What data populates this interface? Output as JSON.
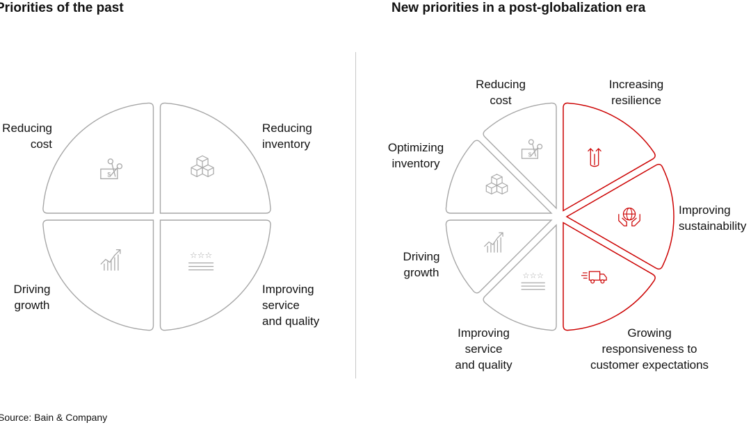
{
  "left_panel": {
    "title": "Priorities of the past",
    "segments": [
      {
        "label": "Reducing\ncost",
        "icon": "cost-cutting-icon"
      },
      {
        "label": "Reducing\ninventory",
        "icon": "boxes-icon"
      },
      {
        "label": "Driving\ngrowth",
        "icon": "growth-chart-icon"
      },
      {
        "label": "Improving\nservice\nand quality",
        "icon": "stars-rating-icon"
      }
    ]
  },
  "right_panel": {
    "title": "New priorities in a post-globalization era",
    "segments": [
      {
        "label": "Reducing\ncost",
        "icon": "cost-cutting-icon",
        "highlight": false
      },
      {
        "label": "Increasing\nresilience",
        "icon": "arrows-up-icon",
        "highlight": true
      },
      {
        "label": "Optimizing\ninventory",
        "icon": "boxes-icon",
        "highlight": false
      },
      {
        "label": "Improving\nsustainability",
        "icon": "globe-hands-icon",
        "highlight": true
      },
      {
        "label": "Driving\ngrowth",
        "icon": "growth-chart-icon",
        "highlight": false
      },
      {
        "label": "Growing\nresponsiveness to\ncustomer expectations",
        "icon": "delivery-truck-icon",
        "highlight": true
      },
      {
        "label": "Improving\nservice\nand quality",
        "icon": "stars-rating-icon",
        "highlight": false
      }
    ]
  },
  "source": "Source: Bain & Company",
  "colors": {
    "gray": "#a6a6a6",
    "red": "#cc0000",
    "text": "#111111"
  }
}
